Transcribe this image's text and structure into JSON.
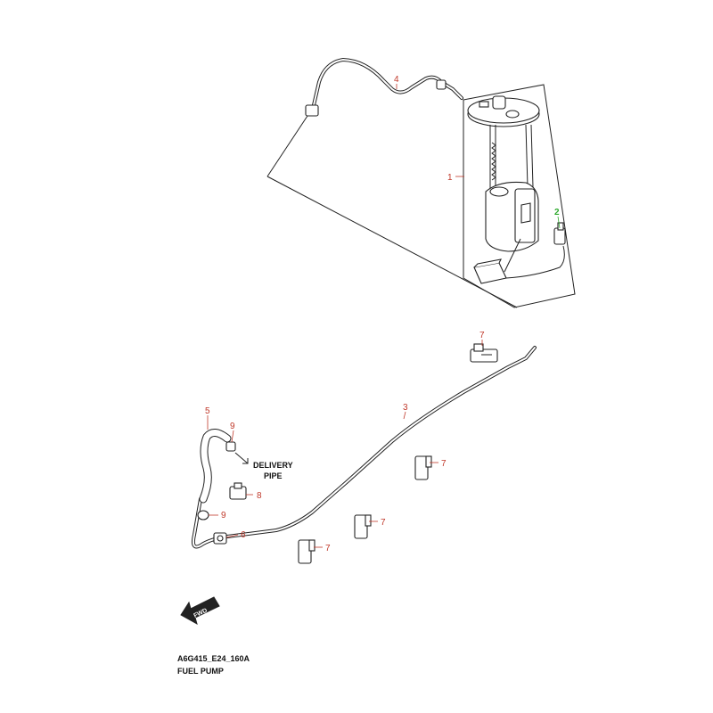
{
  "callouts": {
    "c1": "1",
    "c2": "2",
    "c3": "3",
    "c4": "4",
    "c5": "5",
    "c6": "6",
    "c7a": "7",
    "c7b": "7",
    "c7c": "7",
    "c7d": "7",
    "c8": "8",
    "c9a": "9",
    "c9b": "9"
  },
  "delivery_pipe": {
    "line1": "DELIVERY",
    "line2": "PIPE"
  },
  "fwd_label": "FWD",
  "footer": {
    "code": "A6G415_E24_160A",
    "title": "FUEL PUMP"
  },
  "colors": {
    "callout": "#c0392b",
    "highlight": "#2eaa2e",
    "line": "#222222"
  }
}
